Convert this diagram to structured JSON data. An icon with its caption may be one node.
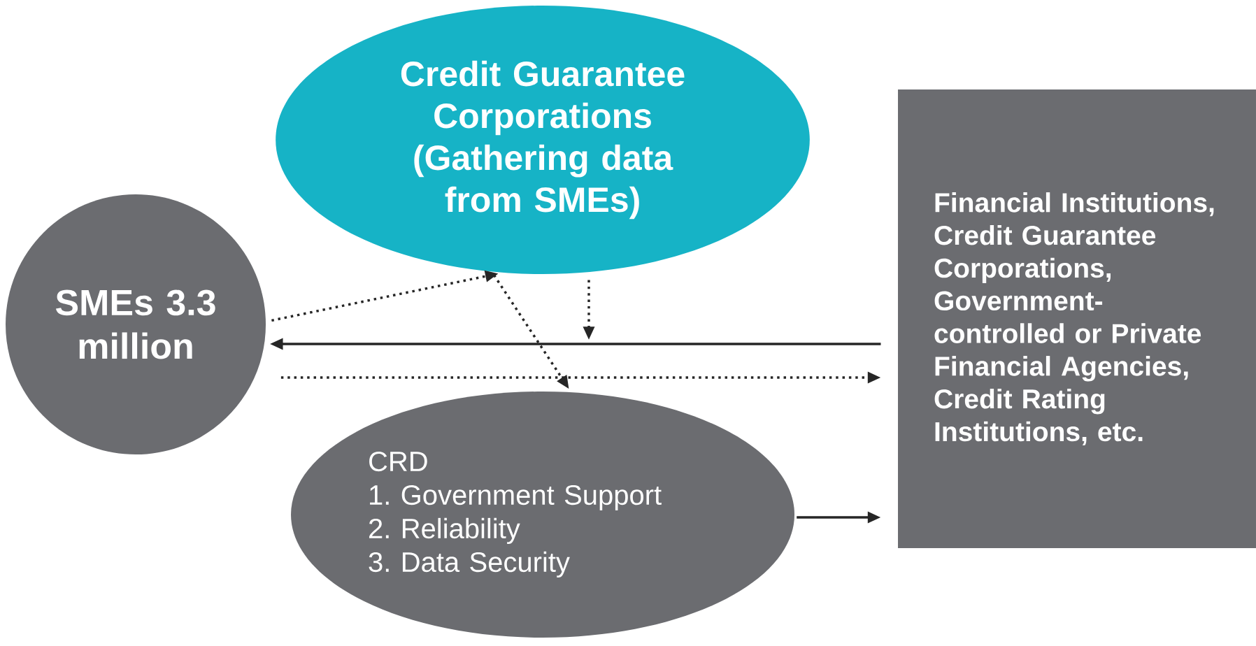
{
  "diagram": {
    "nodes": [
      {
        "text": [
          "SMEs 3.3 million"
        ]
      },
      {
        "text": [
          "Credit Guarantee Corporations (Gathering data from SMEs)"
        ]
      },
      {
        "text": [
          "CRD",
          "1. Government Support",
          "2. Reliability",
          "3. Data Security"
        ]
      },
      {
        "text": [
          "Financial Institutions, Credit Guarantee Corporations, Government-controlled or Private Financial Agencies, Credit Rating Institutions, etc."
        ]
      }
    ],
    "edges": [
      {
        "from": 0,
        "to": 1,
        "arrow": "to",
        "style": "dashed"
      },
      {
        "from": 1,
        "to": 2,
        "arrow": "to",
        "style": "dashed"
      },
      {
        "from": 1,
        "to": null,
        "arrow": "to",
        "style": "dashed"
      },
      {
        "from": 3,
        "to": 0,
        "arrow": "to"
      },
      {
        "from": 0,
        "to": 3,
        "arrow": "to",
        "style": "dashed"
      },
      {
        "from": 2,
        "to": 3,
        "arrow": "to"
      }
    ]
  }
}
